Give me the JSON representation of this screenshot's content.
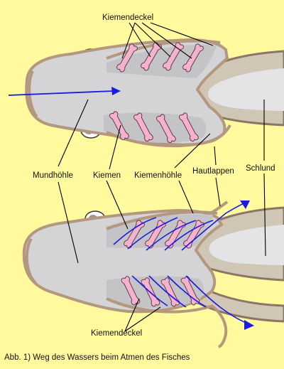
{
  "labels": {
    "kiemendeckel_top": "Kiemendeckel",
    "mundhoehle": "Mundhöhle",
    "kiemen": "Kiemen",
    "kiemenhoehle": "Kiemenhöhle",
    "hautlappen": "Hautlappen",
    "schlund": "Schlund",
    "kiemendeckel_bottom": "Kiemendeckel"
  },
  "caption": "Abb. 1) Weg des Wassers beim Atmen des Fisches",
  "colors": {
    "background": "#fffa9e",
    "head": "#d4d4d6",
    "outline": "#b3977e",
    "schlund": "#cfc6b6",
    "gill": "#f6b2cc",
    "gill_outline": "#5a3d4d",
    "water_arrow": "#1a1ae0",
    "leader_line": "#000000"
  }
}
